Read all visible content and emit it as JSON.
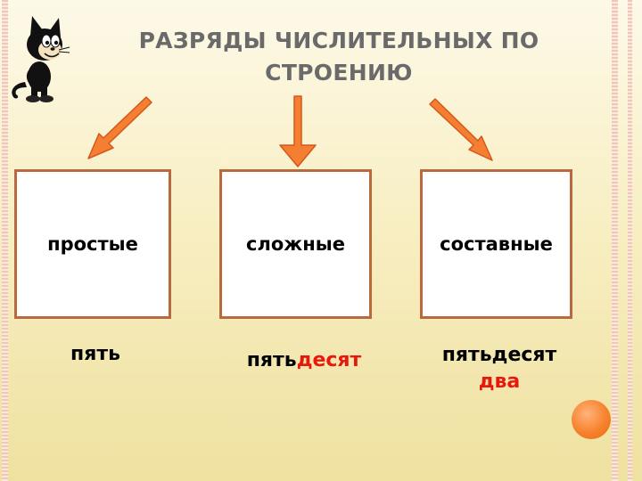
{
  "slide": {
    "title": "РАЗРЯДЫ ЧИСЛИТЕЛЬНЫХ ПО СТРОЕНИЮ"
  },
  "categories": [
    {
      "label": "простые",
      "example_base": "пять",
      "example_suffix": ""
    },
    {
      "label": "сложные",
      "example_base": "пять",
      "example_suffix": "десят"
    },
    {
      "label": "составные",
      "example_base": "пятьдесят",
      "example_suffix": "два"
    }
  ],
  "colors": {
    "title": "#6a6a6a",
    "box_border": "#b86a3e",
    "arrow_fill": "#f47f32",
    "arrow_stroke": "#d5581a",
    "highlight": "#e8190c"
  },
  "icons": [
    "cat-mascot-icon",
    "down-left-arrow-icon",
    "down-arrow-icon",
    "down-right-arrow-icon",
    "orange-circle-icon"
  ]
}
